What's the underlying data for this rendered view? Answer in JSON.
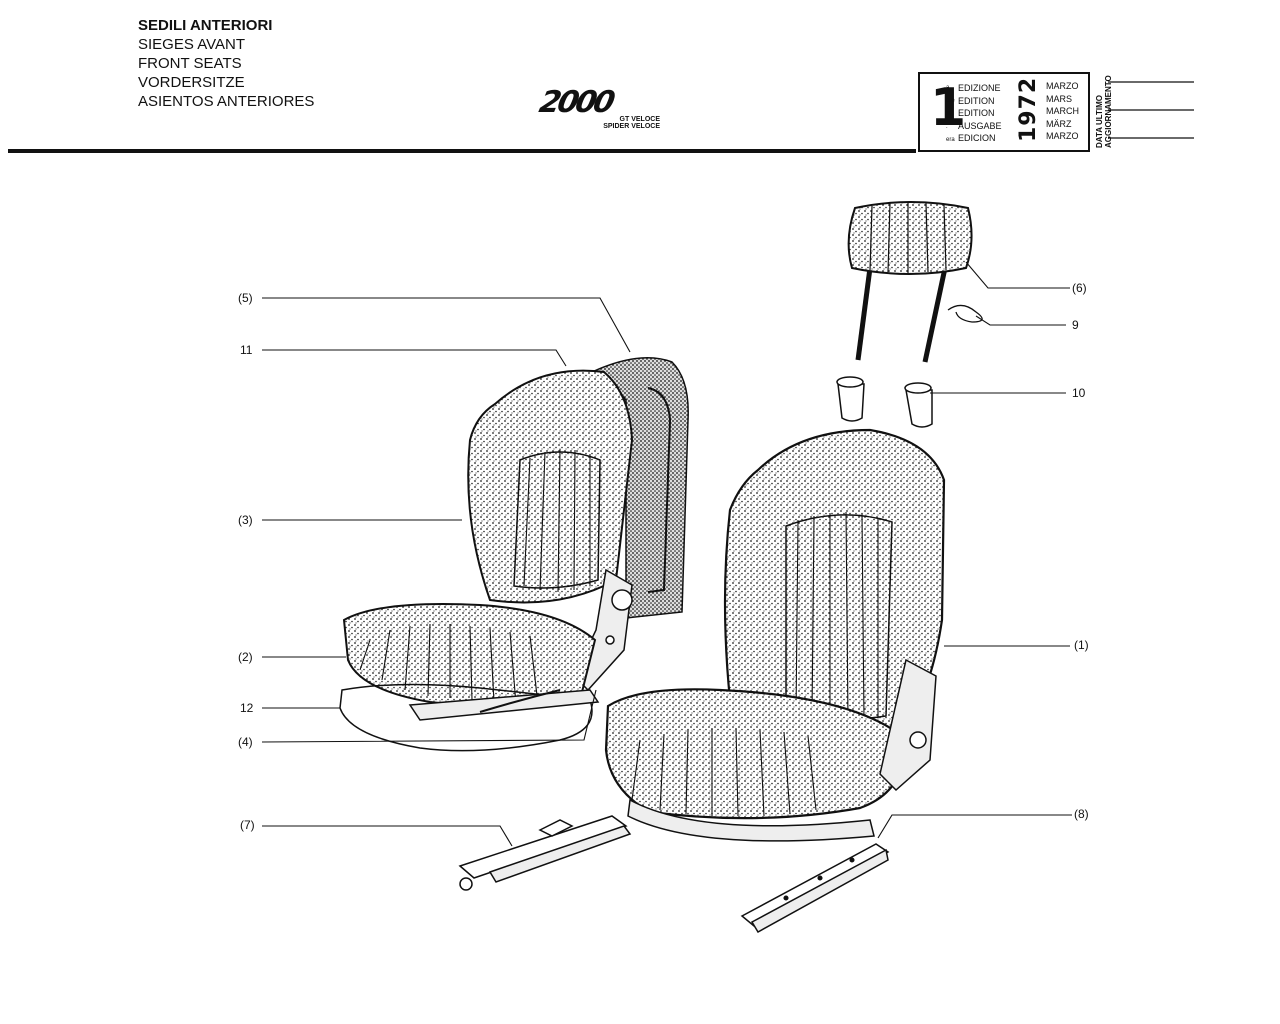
{
  "header": {
    "titles": [
      "SEDILI ANTERIORI",
      "SIEGES AVANT",
      "FRONT SEATS",
      "VORDERSITZE",
      "ASIENTOS ANTERIORES"
    ]
  },
  "logo": {
    "model": "2000",
    "variants": [
      "GT VELOCE",
      "SPIDER VELOCE"
    ]
  },
  "edition": {
    "number": "1",
    "ordinals": [
      "a",
      "ère",
      "st",
      ".",
      "era"
    ],
    "words": [
      "EDIZIONE",
      "EDITION",
      "EDITION",
      "AUSGABE",
      "EDICION"
    ],
    "year": "1972",
    "months": [
      "MARZO",
      "MARS",
      "MARCH",
      "MÄRZ",
      "MARZO"
    ],
    "update_lines": [
      "DATA ULTIMO",
      "AGGIORNAMENTO"
    ]
  },
  "callouts": {
    "c5": "(5)",
    "c11": "11",
    "c3": "(3)",
    "c2": "(2)",
    "c12": "12",
    "c4": "(4)",
    "c7": "(7)",
    "c6": "(6)",
    "c9": "9",
    "c10": "10",
    "c1": "(1)",
    "c8": "(8)"
  }
}
